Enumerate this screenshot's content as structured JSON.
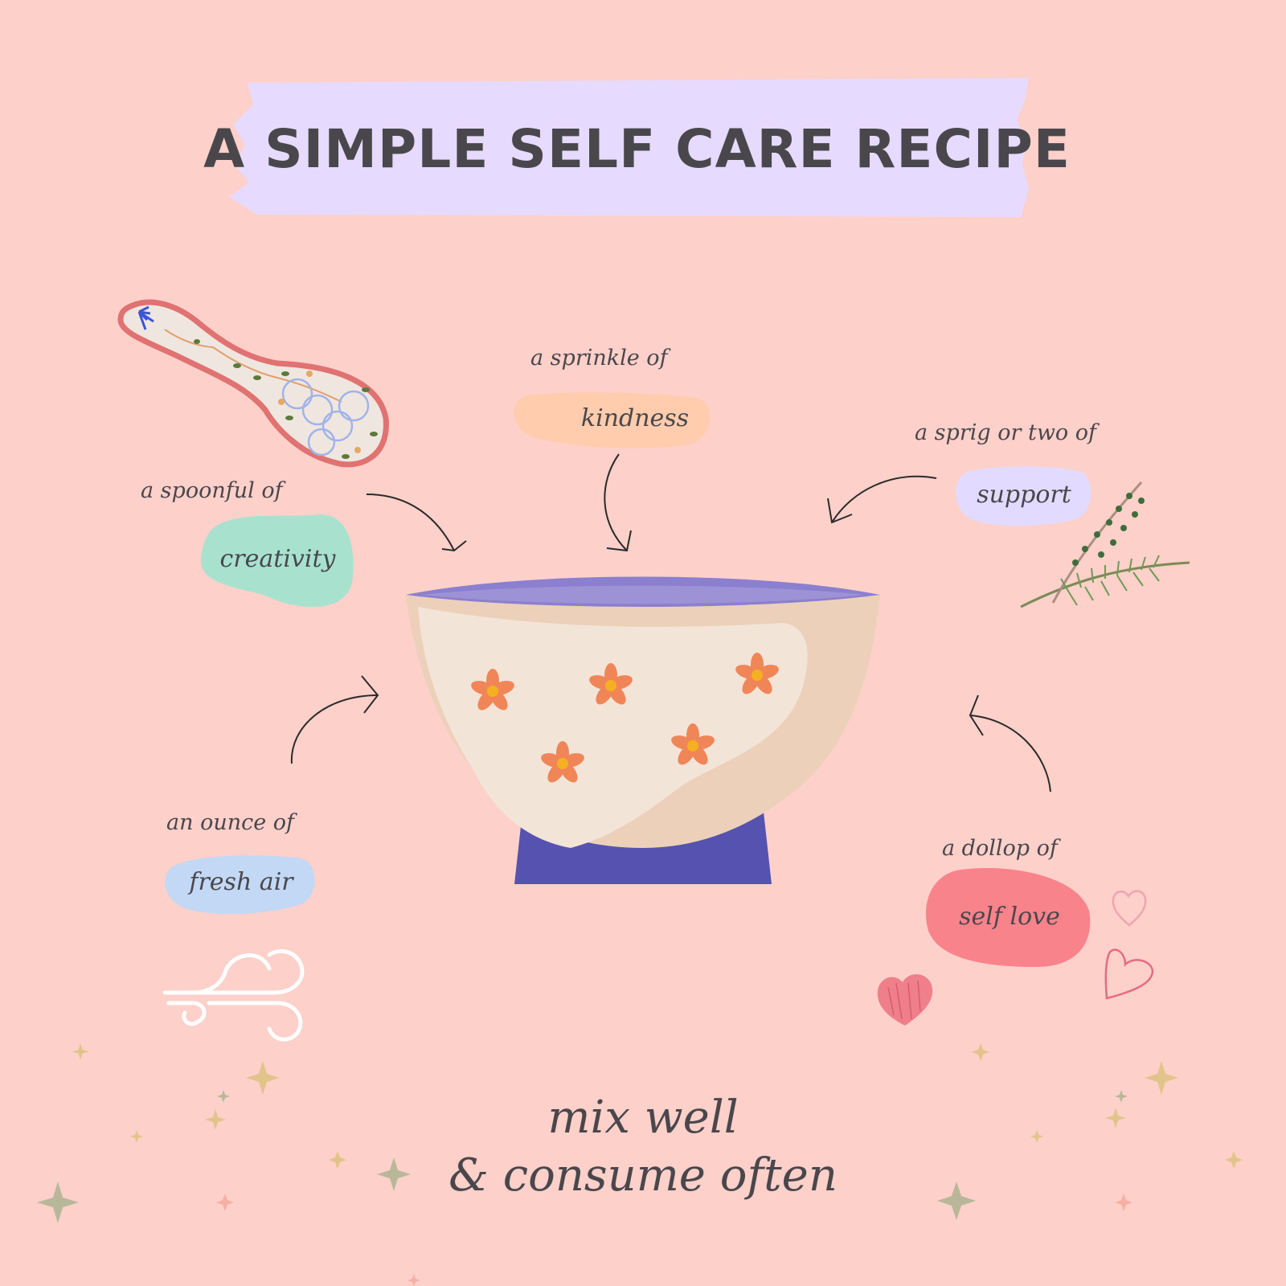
{
  "title": "A SIMPLE SELF CARE RECIPE",
  "ingredients": [
    {
      "id": "creativity",
      "prefix": "a spoonful of",
      "item": "creativity",
      "color": "#a8e2cf"
    },
    {
      "id": "kindness",
      "prefix": "a sprinkle of",
      "item": "kindness",
      "color": "#ffccad"
    },
    {
      "id": "support",
      "prefix": "a sprig or two of",
      "item": "support",
      "color": "#e2dbff"
    },
    {
      "id": "fresh_air",
      "prefix": "an ounce of",
      "item": "fresh air",
      "color": "#c2d8f5"
    },
    {
      "id": "self_love",
      "prefix": "a dollop of",
      "item": "self love",
      "color": "#f9838b"
    }
  ],
  "footer": {
    "line1": "mix well",
    "line2": "& consume often"
  },
  "colors": {
    "background": "#fdd0ca",
    "title_banner": "#e6dbff",
    "bowl_rim": "#8b7fcf",
    "bowl_body": "#f3e4d8",
    "bowl_base": "#5552b0",
    "flower": "#f08658"
  }
}
